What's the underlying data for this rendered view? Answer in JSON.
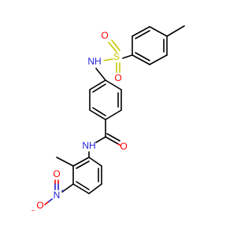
{
  "molecule": {
    "atoms": {
      "sulfonyl_s": "S",
      "sulfonyl_o_left": "O",
      "sulfonyl_o_bottom": "O",
      "sulfonamide_nh": "NH",
      "amide_o": "O",
      "amide_nh": "NH",
      "nitro_n": "N",
      "nitro_n_charge": "+",
      "nitro_o_top": "O",
      "nitro_o_bottom": "O",
      "nitro_o_charge": "−"
    },
    "colors": {
      "bond": "#000000",
      "nitrogen": "#1f1fd6",
      "oxygen": "#ff0000",
      "sulfur": "#c8c800"
    }
  }
}
